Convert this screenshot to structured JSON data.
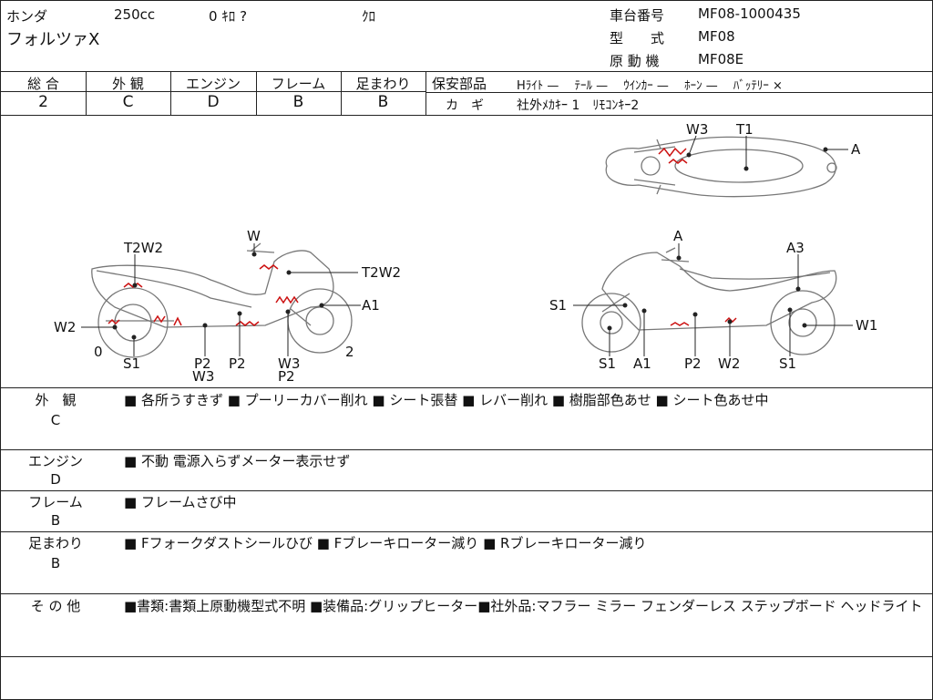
{
  "header": {
    "maker": "ホンダ",
    "displacement": "250cc",
    "mileage": "0 ｷﾛ ?",
    "color": "ｸﾛ",
    "model_name": "フォルツァX",
    "frame_no_label": "車台番号",
    "frame_no": "MF08-1000435",
    "type_label": "型　　式",
    "type": "MF08",
    "engine_label": "原 動 機",
    "engine": "MF08E"
  },
  "grades": [
    {
      "label": "総 合",
      "value": "2"
    },
    {
      "label": "外 観",
      "value": "C"
    },
    {
      "label": "エンジン",
      "value": "D"
    },
    {
      "label": "フレーム",
      "value": "B"
    },
    {
      "label": "足まわり",
      "value": "B"
    }
  ],
  "safety": {
    "label": "保安部品",
    "items": "Hﾗｲﾄ —　 ﾃｰﾙ —　 ｳｲﾝｶｰ —　 ﾎｰﾝ —　 ﾊﾞｯﾃﾘｰ ×",
    "key_label": "カ　ギ",
    "key_items": "社外ﾒｶｷｰ 1　ﾘﾓｺﾝｷｰ2"
  },
  "diagram_labels": {
    "top_w3": "W3",
    "top_t1": "T1",
    "top_a": "A",
    "l_t2w2": "T2W2",
    "l_w": "W",
    "l_t2w2_right": "T2W2",
    "l_a1": "A1",
    "l_w2": "W2",
    "l_0": "0",
    "l_2": "2",
    "l_s1": "S1",
    "l_p2a": "P2",
    "l_w3a": "W3",
    "l_p2b": "P2",
    "l_w3b": "W3",
    "l_p2c": "P2",
    "r_a": "A",
    "r_a3": "A3",
    "r_s1": "S1",
    "r_w1": "W1",
    "r_s1b": "S1",
    "r_a1": "A1",
    "r_p2": "P2",
    "r_w2": "W2",
    "r_s1c": "S1"
  },
  "sections": [
    {
      "label": "外　観",
      "grade": "C",
      "text": "■ 各所うすきず ■ プーリーカバー削れ ■ シート張替 ■ レバー削れ ■ 樹脂部色あせ ■ シート色あせ中"
    },
    {
      "label": "エンジン",
      "grade": "D",
      "text": "■ 不動 電源入らずメーター表示せず"
    },
    {
      "label": "フレーム",
      "grade": "B",
      "text": "■ フレームさび中"
    },
    {
      "label": "足まわり",
      "grade": "B",
      "text": "■ Fフォークダストシールひび ■ Fブレーキローター減り ■ Rブレーキローター減り"
    },
    {
      "label": "そ の 他",
      "grade": "",
      "text": "■書類:書類上原動機型式不明 ■装備品:グリップヒーター■社外品:マフラー ミラー フェンダーレス ステップボード ヘッドライト"
    }
  ],
  "colors": {
    "line": "#222222",
    "damage": "#cc1111",
    "sketch": "#777777"
  }
}
